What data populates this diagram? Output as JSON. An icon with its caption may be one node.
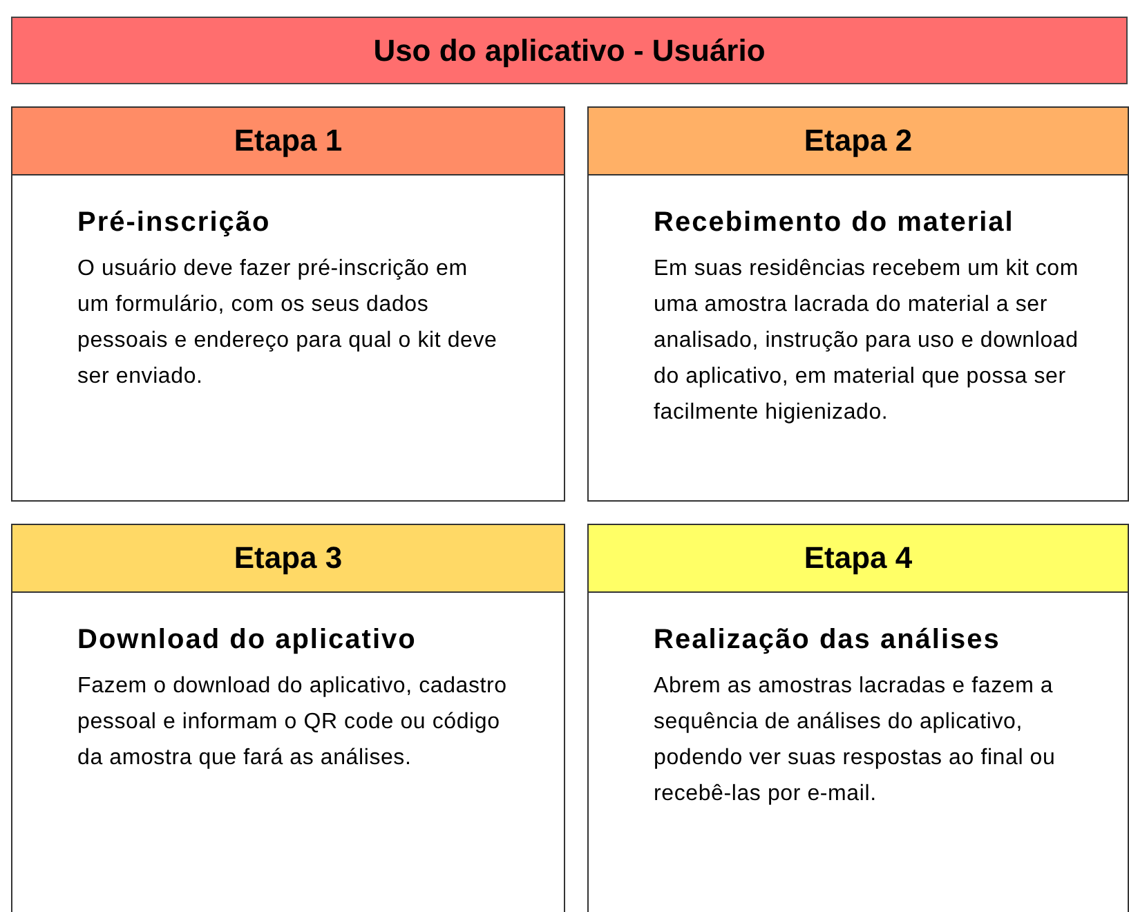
{
  "diagram": {
    "title": "Uso do aplicativo - Usuário",
    "nodes": [
      {
        "text": [
          "Etapa 1",
          "Pré-inscrição",
          "O usuário deve fazer pré-inscrição em um formulário, com os seus dados pessoais e endereço para qual o kit deve ser enviado."
        ]
      },
      {
        "text": [
          "Etapa 2",
          "Recebimento do material",
          "Em suas residências recebem um kit com uma amostra lacrada do material a ser analisado, instrução para uso e download do aplicativo, em material que possa ser facilmente higienizado."
        ]
      },
      {
        "text": [
          "Etapa 3",
          "Download do aplicativo",
          "Fazem o download do aplicativo, cadastro pessoal e informam o QR code ou código da amostra que fará as análises."
        ]
      },
      {
        "text": [
          "Etapa 4",
          "Realização das análises",
          "Abrem as amostras lacradas e fazem a sequência de análises do aplicativo, podendo ver suas respostas ao final ou recebê-las por e-mail."
        ]
      }
    ]
  }
}
